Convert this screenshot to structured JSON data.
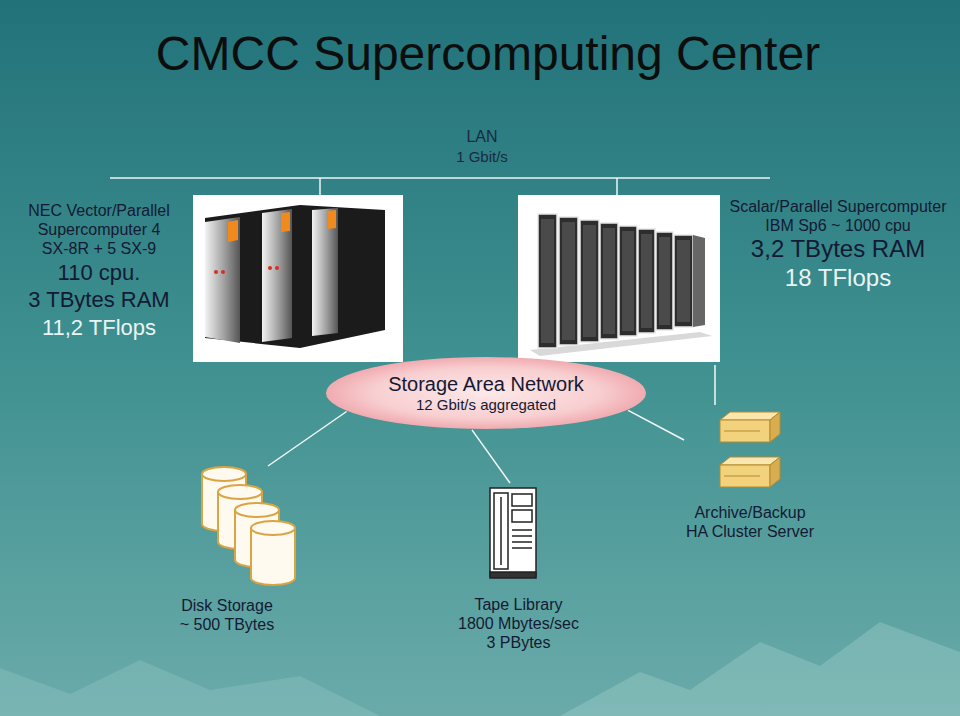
{
  "diagram": {
    "title": "CMCC Supercomputing Center",
    "nodes": [
      {
        "text": [
          "NEC Vector/Parallel Supercomputer 4 SX-8R + 5 SX-9",
          "110 cpu.",
          "3 TBytes RAM",
          "11,2 TFlops"
        ]
      },
      {
        "text": [
          "Scalar/Parallel Supercomputer IBM Sp6 ~ 1000 cpu",
          "3,2 TBytes RAM",
          "18 TFlops"
        ]
      },
      {
        "text": [
          "Storage Area Network",
          "12 Gbit/s aggregated"
        ]
      },
      {
        "text": [
          "Disk Storage ~ 500 TBytes"
        ]
      },
      {
        "text": [
          "Tape Library 1800 Mbytes/sec 3 PBytes"
        ]
      },
      {
        "text": [
          "Archive/Backup HA Cluster Server"
        ]
      }
    ],
    "edges": [
      {
        "from": 2,
        "to": 3,
        "arrow": "none"
      },
      {
        "from": 2,
        "to": 4,
        "arrow": "none"
      },
      {
        "from": 2,
        "to": 5,
        "arrow": "none"
      },
      {
        "from": 5,
        "to": 1,
        "arrow": "none"
      }
    ],
    "labels": [
      "LAN",
      "1 Gbit/s"
    ]
  }
}
